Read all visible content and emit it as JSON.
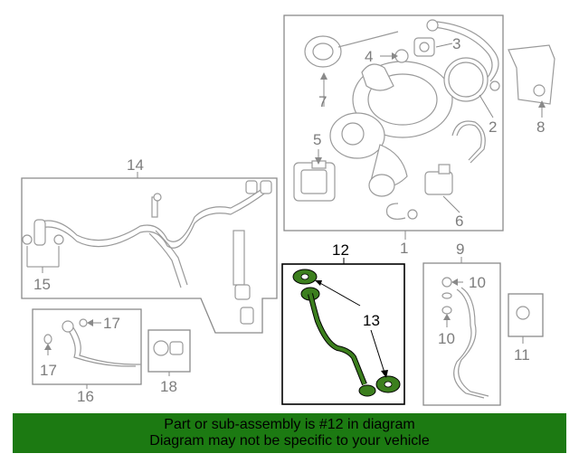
{
  "callouts": {
    "c1": "1",
    "c2": "2",
    "c3": "3",
    "c4": "4",
    "c5": "5",
    "c6": "6",
    "c7": "7",
    "c8": "8",
    "c9": "9",
    "c10": "10",
    "c11": "11",
    "c12": "12",
    "c13": "13",
    "c14": "14",
    "c15": "15",
    "c16": "16",
    "c17": "17",
    "c18": "18"
  },
  "banner": {
    "line1": "Part or sub-assembly is #12 in diagram",
    "line2": "Diagram may not be specific to your vehicle"
  },
  "colors": {
    "highlight_part": "#3c7f1e",
    "banner_bg": "#1c7a12"
  }
}
